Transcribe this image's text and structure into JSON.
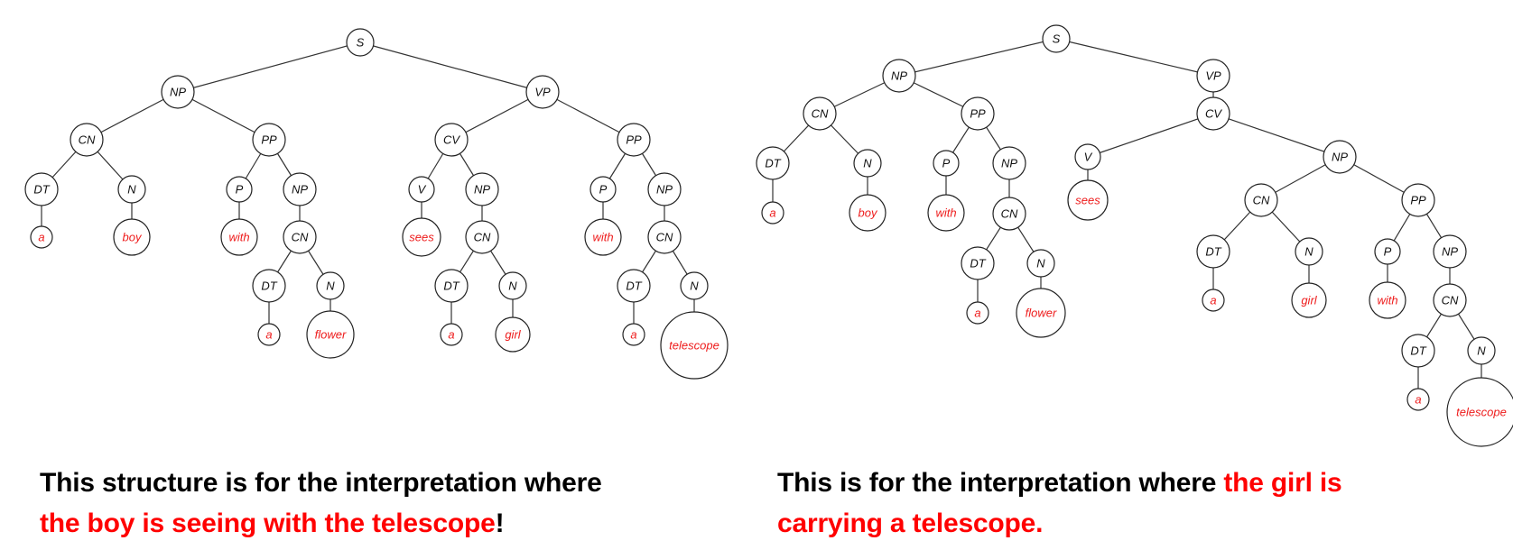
{
  "trees": [
    {
      "name": "boy-sees-with-telescope",
      "nodes": [
        "S",
        "NP",
        "VP",
        "CN",
        "PP",
        "CV",
        "PP",
        "DT",
        "N",
        "P",
        "NP",
        "V",
        "NP",
        "P",
        "NP",
        "a",
        "boy",
        "with",
        "CN",
        "sees",
        "CN",
        "with",
        "CN",
        "DT",
        "N",
        "DT",
        "N",
        "DT",
        "N",
        "a",
        "flower",
        "a",
        "girl",
        "a",
        "telescope"
      ]
    },
    {
      "name": "girl-carries-telescope",
      "nodes": [
        "S",
        "NP",
        "VP",
        "CN",
        "PP",
        "CV",
        "DT",
        "N",
        "P",
        "NP",
        "V",
        "NP",
        "a",
        "boy",
        "with",
        "CN",
        "sees",
        "CN",
        "PP",
        "DT",
        "N",
        "DT",
        "N",
        "P",
        "NP",
        "a",
        "flower",
        "a",
        "girl",
        "with",
        "CN",
        "DT",
        "N",
        "a",
        "telescope"
      ]
    }
  ],
  "captions": {
    "left": {
      "line1": "This structure is for the interpretation where",
      "line2_red": "the boy is seeing with the telescope",
      "line2_end": "!"
    },
    "right": {
      "line1": "This is for the interpretation where ",
      "line1_red": "the girl is",
      "line2_red": "carrying a telescope."
    }
  },
  "colors": {
    "leaf": "#ee1c1c",
    "highlight": "#ff0000",
    "line": "#333333"
  }
}
